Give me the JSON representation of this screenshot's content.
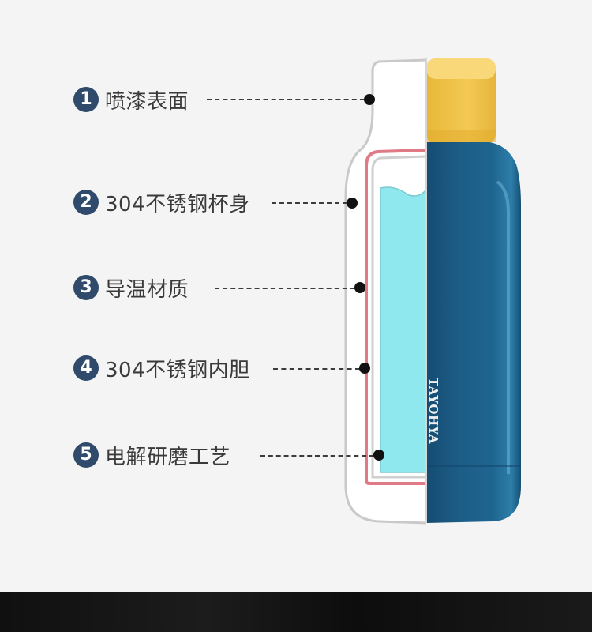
{
  "labels": [
    {
      "number": "1",
      "text": "喷漆表面"
    },
    {
      "number": "2",
      "text": "304不锈钢杯身"
    },
    {
      "number": "3",
      "text": "导温材质"
    },
    {
      "number": "4",
      "text": "304不锈钢内胆"
    },
    {
      "number": "5",
      "text": "电解研磨工艺"
    }
  ],
  "bottle": {
    "brand": "TAYOHYA",
    "lid_color": "#f3c953",
    "body_color": "#1d5d86",
    "liquid_color": "#8fe8ee",
    "inner_wall_color": "#e07a86",
    "number_badge_color": "#2f4a6b"
  }
}
